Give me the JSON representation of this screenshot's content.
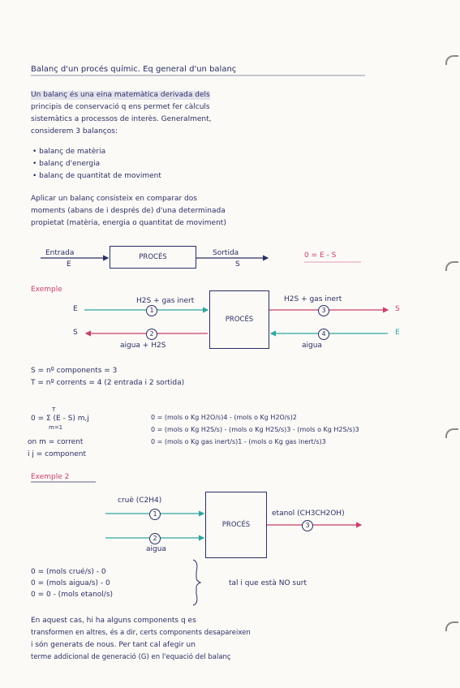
{
  "title": "Balanç d'un procés químic. Eq general d'un balanç",
  "intro": [
    "Un balanç és una eina matemàtica derivada dels",
    "principis de conservació q ens permet fer càlculs",
    "sistemàtics a processos de interès. Generalment,",
    "considerem 3 balanços:"
  ],
  "bullets": [
    "balanç de matèria",
    "balanç d'energia",
    "balanç de quantitat de moviment"
  ],
  "apply": [
    "Aplicar un balanç consisteix en comparar dos",
    "moments (abans de i després de) d'una determinada",
    "propietat (matèria, energia o quantitat de moviment)"
  ],
  "diagram1": {
    "in_label": "Entrada",
    "in_sym": "E",
    "box": "PROCÉS",
    "out_label": "Sortida",
    "out_sym": "S",
    "eq": "0 = E - S"
  },
  "ex1": {
    "heading": "Exemple",
    "stream1": "H2S + gas inert",
    "stream3": "H2S + gas inert",
    "stream2": "aigua + H2S",
    "stream4": "aigua",
    "box": "PROCÉS",
    "n1": "1",
    "n2": "2",
    "n3": "3",
    "n4": "4",
    "E_left": "E",
    "S_left": "S",
    "S_right": "S",
    "E_right": "E",
    "line_s": "S = nº components = 3",
    "line_t": "T = nº corrents = 4 (2 entrada i 2 sortida)",
    "sum_eq": "0 = Σ (E - S) m,j",
    "sum_top": "T",
    "sum_bot": "m=1",
    "where1": "on m = corrent",
    "where2": "i j = component",
    "eq1": "0 = (mols o Kg H2O/s)4 - (mols o Kg H2O/s)2",
    "eq2": "0 = (mols o Kg H2S/s) - (mols o Kg H2S/s)3 - (mols o Kg H2S/s)3",
    "eq3": "0 = (mols o Kg gas inert/s)1 - (mols o Kg gas inert/s)3"
  },
  "ex2": {
    "heading": "Exemple 2",
    "stream1": "cruè (C2H4)",
    "stream2": "aigua",
    "stream3": "etanol (CH3CH2OH)",
    "box": "PROCÉS",
    "n1": "1",
    "n2": "2",
    "n3": "3",
    "eq1": "0 = (mols crué/s) - 0",
    "eq2": "0 = (mols aigua/s) - 0",
    "eq3": "0 = 0 - (mols etanol/s)",
    "note": "tal i que està NO surt"
  },
  "closing": [
    "En aquest cas, hi ha alguns components q es",
    "transformen en altres, és a dir, certs components desapareixen",
    "i són generats de nous. Per tant cal afegir un",
    "terme addicional de generació (G) en l'equació del balanç"
  ]
}
